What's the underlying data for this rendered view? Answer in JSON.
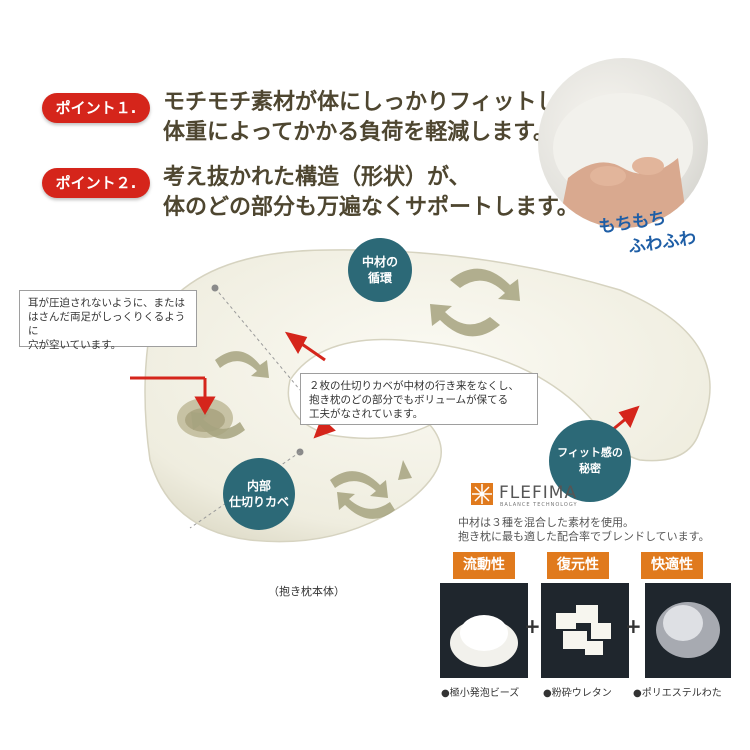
{
  "points": [
    {
      "label": "ポイント１.",
      "lines": [
        "モチモチ素材が体にしっかりフィットし、",
        "体重によってかかる負荷を軽減します。"
      ]
    },
    {
      "label": "ポイント２.",
      "lines": [
        "考え抜かれた構造（形状）が、",
        "体のどの部分も万遍なくサポートします。"
      ]
    }
  ],
  "photo_badge": {
    "line1": "もちもち",
    "line2": "ふわふわ"
  },
  "callouts": {
    "ear": [
      "耳が圧迫されないように、または",
      "はさんだ両足がしっくりくるように",
      "穴が空いています。"
    ],
    "partition": [
      "２枚の仕切りカベが中材の行き来をなくし、",
      "抱き枕のどの部分でもボリュームが保てる",
      "工夫がなされています。"
    ]
  },
  "circles": {
    "circulation": [
      "中材の",
      "循環"
    ],
    "partition": [
      "内部",
      "仕切りカベ"
    ],
    "fit": [
      "フィット感の",
      "秘密"
    ]
  },
  "pillow_caption": "（抱き枕本体）",
  "flefima": {
    "logo": "FLEFIMA",
    "tagline": "BALANCE TECHNOLOGY",
    "desc": [
      "中材は３種を混合した素材を使用。",
      "抱き枕に最も適した配合率でブレンドしています。"
    ]
  },
  "materials": [
    {
      "label": "流動性",
      "caption": "●極小発泡ビーズ"
    },
    {
      "label": "復元性",
      "caption": "●粉砕ウレタン"
    },
    {
      "label": "快適性",
      "caption": "●ポリエステルわた"
    }
  ],
  "plus_sign": "+",
  "colors": {
    "accent_red": "#d5251b",
    "teal": "#2c6977",
    "orange": "#e07a1d",
    "text_brown": "#4e4630"
  }
}
